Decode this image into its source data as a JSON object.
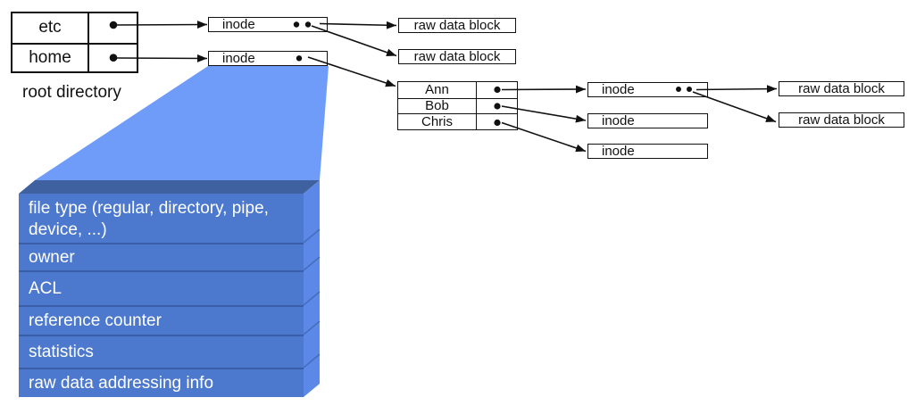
{
  "labels": {
    "root_directory": "root directory",
    "inode": "inode",
    "raw_data_block": "raw data block"
  },
  "root_directory_table": {
    "rows": [
      "etc",
      "home"
    ]
  },
  "home_directory_table": {
    "rows": [
      "Ann",
      "Bob",
      "Chris"
    ]
  },
  "inode_structure": {
    "rows": [
      "file type (regular, directory, pipe, device, ...)",
      "owner",
      "ACL",
      "reference counter",
      "statistics",
      "raw data addressing info"
    ]
  },
  "colors": {
    "fan": "#6f9cf8",
    "stack_front": "#4c79ce",
    "stack_top": "#40619f",
    "stack_side": "#5c88e8",
    "stack_divider": "#3a5fa8",
    "line": "#111111"
  }
}
